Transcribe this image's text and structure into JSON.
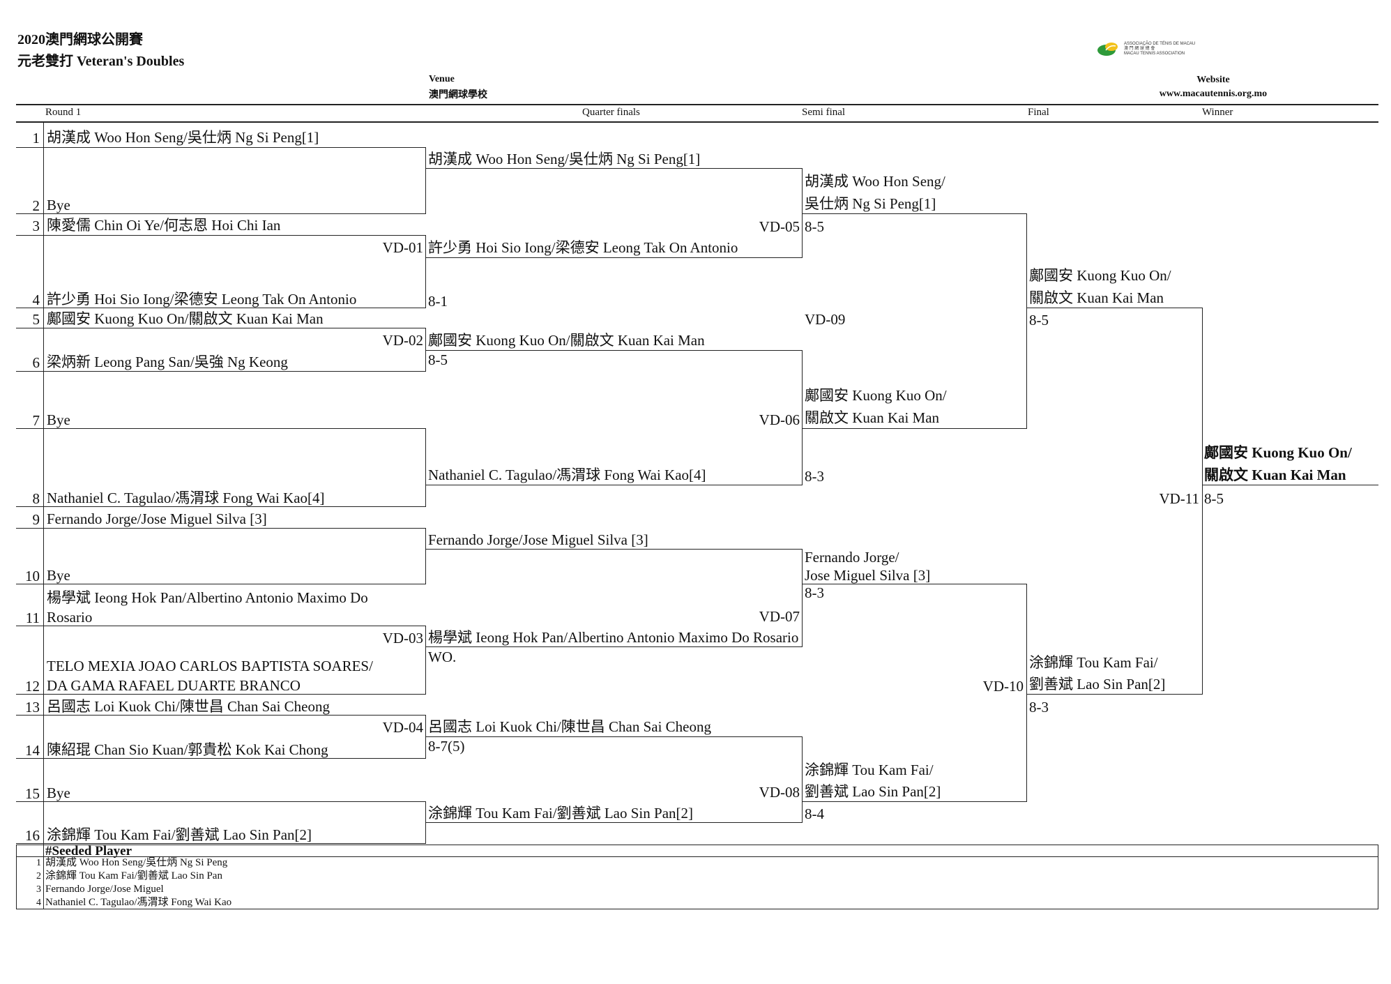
{
  "header": {
    "title_line1": "2020澳門網球公開賽",
    "title_line2": "元老雙打 Veteran's Doubles",
    "venue_label": "Venue",
    "venue_value": "澳門網球學校",
    "website_label": "Website",
    "website_value": "www.macautennis.org.mo",
    "logo_text_1": "ASSOCIAÇÃO DE TÉNIS DE MACAU",
    "logo_text_2": "澳 門 網 球 總 會",
    "logo_text_3": "MACAU TENNIS ASSOCIATION",
    "logo_color_green": "#2e9a3a",
    "logo_color_yellow": "#f2c21b"
  },
  "columns": {
    "round1": "Round 1",
    "quarter": "Quarter finals",
    "semi": "Semi final",
    "final": "Final",
    "winner": "Winner"
  },
  "round1": [
    {
      "num": "1",
      "name": "胡漢成 Woo Hon Seng/吳仕炳 Ng Si Peng[1]"
    },
    {
      "num": "2",
      "name": "Bye"
    },
    {
      "num": "3",
      "name": "陳愛儒 Chin Oi Ye/何志恩 Hoi Chi Ian"
    },
    {
      "num": "4",
      "name": "許少勇 Hoi Sio Iong/梁德安 Leong Tak On Antonio"
    },
    {
      "num": "5",
      "name": "鄺國安 Kuong Kuo On/關啟文 Kuan Kai Man"
    },
    {
      "num": "6",
      "name": "梁炳新 Leong Pang San/吳強 Ng Keong"
    },
    {
      "num": "7",
      "name": "Bye"
    },
    {
      "num": "8",
      "name": "Nathaniel C. Tagulao/馮渭球 Fong Wai Kao[4]"
    },
    {
      "num": "9",
      "name": "Fernando Jorge/Jose Miguel Silva [3]"
    },
    {
      "num": "10",
      "name": "Bye"
    },
    {
      "num": "11",
      "name_line1": "楊學斌 Ieong Hok Pan/Albertino Antonio Maximo Do",
      "name_line2": "Rosario"
    },
    {
      "num": "12",
      "name_line1": "TELO MEXIA JOAO CARLOS BAPTISTA SOARES/",
      "name_line2": "DA GAMA RAFAEL DUARTE BRANCO"
    },
    {
      "num": "13",
      "name": "呂國志 Loi Kuok Chi/陳世昌 Chan Sai Cheong"
    },
    {
      "num": "14",
      "name": "陳紹琨 Chan Sio Kuan/郭貴松 Kok Kai Chong"
    },
    {
      "num": "15",
      "name": "Bye"
    },
    {
      "num": "16",
      "name": "涂錦輝 Tou Kam Fai/劉善斌 Lao Sin Pan[2]"
    }
  ],
  "quarterfinals": [
    {
      "name": "胡漢成 Woo Hon Seng/吳仕炳 Ng Si Peng[1]",
      "match": "",
      "score": ""
    },
    {
      "name": "許少勇 Hoi Sio Iong/梁德安 Leong Tak On Antonio",
      "match": "VD-01",
      "score": "8-1"
    },
    {
      "name": "鄺國安 Kuong Kuo On/關啟文 Kuan Kai Man",
      "match": "VD-02",
      "score": "8-5"
    },
    {
      "name": "Nathaniel C. Tagulao/馮渭球 Fong Wai Kao[4]",
      "match": "",
      "score": ""
    },
    {
      "name": "Fernando Jorge/Jose Miguel Silva [3]",
      "match": "",
      "score": ""
    },
    {
      "name": "楊學斌 Ieong Hok Pan/Albertino Antonio Maximo Do Rosario",
      "match": "VD-03",
      "score": "WO."
    },
    {
      "name": "呂國志 Loi Kuok Chi/陳世昌 Chan Sai Cheong",
      "match": "VD-04",
      "score": "8-7(5)"
    },
    {
      "name": "涂錦輝 Tou Kam Fai/劉善斌 Lao Sin Pan[2]",
      "match": "",
      "score": ""
    }
  ],
  "semifinals": [
    {
      "line1": "胡漢成 Woo Hon Seng/",
      "line2": "吳仕炳 Ng Si Peng[1]",
      "match": "VD-05",
      "score": "8-5"
    },
    {
      "line1": "鄺國安 Kuong Kuo On/",
      "line2": "關啟文 Kuan Kai Man",
      "match": "VD-06",
      "score": "8-3"
    },
    {
      "line1": "Fernando Jorge/",
      "line2": "Jose Miguel Silva [3]",
      "match": "VD-07",
      "score": "8-3"
    },
    {
      "line1": "涂錦輝 Tou Kam Fai/",
      "line2": "劉善斌 Lao Sin Pan[2]",
      "match": "VD-08",
      "score": "8-4"
    }
  ],
  "finals": [
    {
      "line1": "鄺國安 Kuong Kuo On/",
      "line2": "關啟文 Kuan Kai Man",
      "match": "VD-09",
      "score": "8-5"
    },
    {
      "line1": "涂錦輝 Tou Kam Fai/",
      "line2": "劉善斌 Lao Sin Pan[2]",
      "match": "VD-10",
      "score": "8-3"
    }
  ],
  "winner": {
    "line1": "鄺國安 Kuong Kuo On/",
    "line2": "關啟文 Kuan Kai Man",
    "match": "VD-11",
    "score": "8-5"
  },
  "seeds": {
    "title": "#Seeded Player",
    "items": [
      {
        "num": "1",
        "name": "胡漢成 Woo Hon Seng/吳仕炳 Ng Si Peng"
      },
      {
        "num": "2",
        "name": "涂錦輝 Tou Kam Fai/劉善斌 Lao Sin Pan"
      },
      {
        "num": "3",
        "name": "Fernando Jorge/Jose Miguel"
      },
      {
        "num": "4",
        "name": "Nathaniel C. Tagulao/馮渭球 Fong Wai Kao"
      }
    ]
  }
}
